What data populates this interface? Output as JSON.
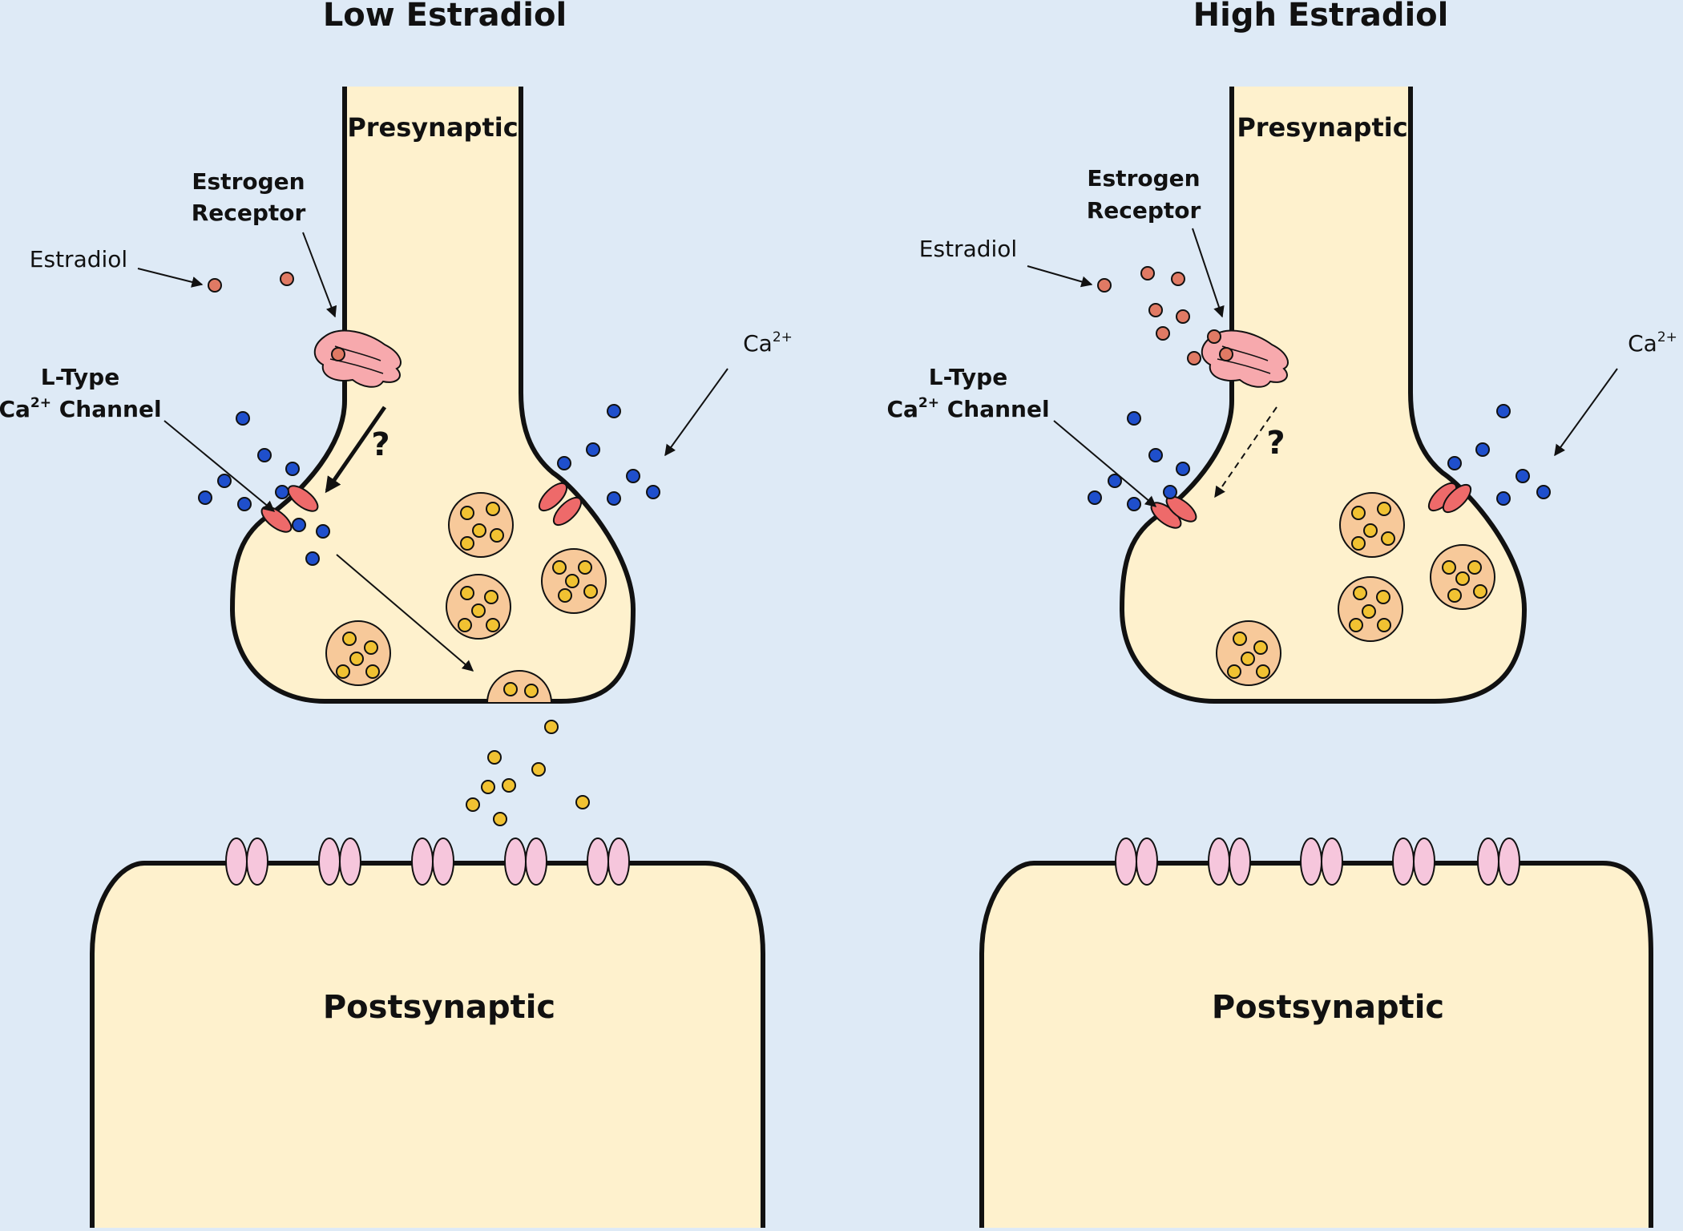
{
  "panels": [
    {
      "title": "Low Estradiol",
      "presynaptic_label": "Presynaptic",
      "postsynaptic_label": "Postsynaptic",
      "estradiol_label": "Estradiol",
      "estrogen_receptor_label": [
        "Estrogen",
        "Receptor"
      ],
      "ltype_label": {
        "line1": "L-Type",
        "ca": "Ca",
        "sup": "2+",
        "rest": " Channel"
      },
      "ca_label": {
        "ca": "Ca",
        "sup": "2+"
      },
      "question_mark": "?",
      "arrow_style": "solid",
      "vesicle_fusing": true
    },
    {
      "title": "High Estradiol",
      "presynaptic_label": "Presynaptic",
      "postsynaptic_label": "Postsynaptic",
      "estradiol_label": "Estradiol",
      "estrogen_receptor_label": [
        "Estrogen",
        "Receptor"
      ],
      "ltype_label": {
        "line1": "L-Type",
        "ca": "Ca",
        "sup": "2+",
        "rest": " Channel"
      },
      "ca_label": {
        "ca": "Ca",
        "sup": "2+"
      },
      "question_mark": "?",
      "arrow_style": "dashed",
      "vesicle_fusing": false
    }
  ],
  "colors": {
    "background": "#deeaf6",
    "cell": "#fef1cd",
    "outline": "#111111",
    "estradiol": "#e07a64",
    "calcium": "#1f4fcc",
    "neurotransmitter": "#f1c232",
    "vesicle": "#f7c99a",
    "channel": "#ee6a6a",
    "receptor_post": "#f6c6dc",
    "estrogen_receptor": "#f7a9ad"
  }
}
